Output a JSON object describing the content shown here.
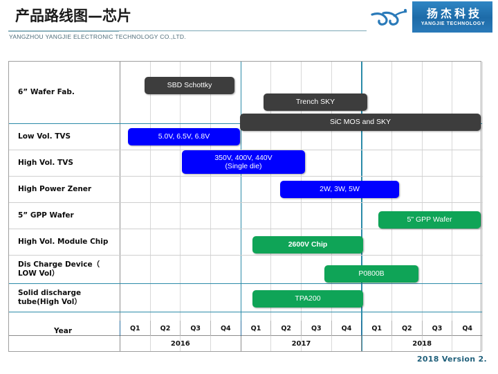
{
  "header": {
    "title_cn": "产品路线图—芯片",
    "subtitle": "YANGZHOU YANGJIE ELECTRONIC TECHNOLOGY  CO.,LTD.",
    "logo": {
      "mark": "yj-monogram",
      "name_cn": "扬杰科技",
      "name_en": "YANGJIE TECHNOLOGY",
      "banner_color": "#2a7ab9"
    }
  },
  "colors": {
    "dark_bar": "#3d3d3d",
    "blue_bar": "#0000ff",
    "green_bar": "#0fa457",
    "grid_major": "#2a8aa8",
    "grid_minor": "#d8d8d8",
    "accent_text": "#1f5f7a"
  },
  "chart_data": {
    "type": "bar",
    "title": "产品路线图—芯片",
    "subtitle": "YANGZHOU YANGJIE ELECTRONIC TECHNOLOGY  CO.,LTD.",
    "xlabel": "Year",
    "ylabel": "",
    "grid": true,
    "legend": "none",
    "x_axis": {
      "years": [
        "2016",
        "2017",
        "2018"
      ],
      "quarters": [
        "Q1",
        "Q2",
        "Q3",
        "Q4"
      ],
      "ticks": [
        "Q1",
        "Q2",
        "Q3",
        "Q4",
        "Q1",
        "Q2",
        "Q3",
        "Q4",
        "Q1",
        "Q2",
        "Q3",
        "Q4"
      ],
      "columns": 12
    },
    "categories": [
      "6” Wafer Fab.",
      "Low Vol. TVS",
      "High Vol. TVS",
      "High Power Zener",
      "5” GPP Wafer",
      "High Vol. Module Chip",
      "Dis Charge Device（LOW Vol）",
      "Solid discharge tube(High Vol）",
      "Year"
    ],
    "bars": [
      {
        "label": "SBD Schottky",
        "row": "6” Wafer Fab.",
        "color": "#3d3d3d",
        "start_q": 0.55,
        "end_q": 4.02,
        "lines": 1
      },
      {
        "label": "Trench SKY",
        "row": "6” Wafer Fab.",
        "color": "#3d3d3d",
        "start_q": 4.5,
        "end_q": 8.05,
        "lines": 1
      },
      {
        "label": "SiC MOS and SKY",
        "row": "6” Wafer Fab.",
        "color": "#3d3d3d",
        "start_q": 4.02,
        "end_q": 11.95,
        "lines": 1
      },
      {
        "label": "5.0V,  6.5V, 6.8V",
        "row": "Low Vol. TVS",
        "color": "#0000ff",
        "start_q": 0.45,
        "end_q": 4.05,
        "lines": 1
      },
      {
        "label": "350V, 400V, 440V\n(Single die)",
        "row": "High Vol. TVS",
        "color": "#0000ff",
        "start_q": 2.1,
        "end_q": 6.05,
        "lines": 2
      },
      {
        "label": "2W, 3W, 5W",
        "row": "High Power Zener",
        "color": "#0000ff",
        "start_q": 6.8,
        "end_q": 10.7,
        "lines": 1
      },
      {
        "label": "5\" GPP  Wafer",
        "row": "5” GPP Wafer",
        "color": "#0fa457",
        "start_q": 8.4,
        "end_q": 12.0,
        "lines": 1
      },
      {
        "label": "2600V Chip",
        "row": "High Vol. Module Chip",
        "color": "#0fa457",
        "start_q": 4.1,
        "end_q": 7.8,
        "lines": 1
      },
      {
        "label": "P0800B",
        "row": "Dis Charge Device（LOW Vol）",
        "color": "#0fa457",
        "start_q": 6.8,
        "end_q": 9.9,
        "lines": 1
      },
      {
        "label": "TPA200",
        "row": "Solid discharge tube(High Vol）",
        "color": "#0fa457",
        "start_q": 4.1,
        "end_q": 7.8,
        "lines": 1
      }
    ]
  },
  "rows": [
    {
      "label": "6” Wafer Fab."
    },
    {
      "label": "Low Vol. TVS"
    },
    {
      "label": "High Vol. TVS"
    },
    {
      "label": "High Power Zener"
    },
    {
      "label": "5” GPP Wafer"
    },
    {
      "label": "High Vol. Module Chip"
    },
    {
      "label": "Dis Charge Device（\nLOW Vol）"
    },
    {
      "label": "Solid discharge\ntube(High Vol）"
    },
    {
      "label": "Year"
    }
  ],
  "bars": [
    {
      "text": "SBD Schottky"
    },
    {
      "text": "Trench SKY"
    },
    {
      "text": "SiC MOS and SKY"
    },
    {
      "text": "5.0V,  6.5V, 6.8V"
    },
    {
      "text_line1": "350V, 400V, 440V",
      "text_line2": "(Single die)"
    },
    {
      "text": "2W, 3W, 5W"
    },
    {
      "text": "5\" GPP  Wafer"
    },
    {
      "text": "2600V Chip"
    },
    {
      "text": "P0800B"
    },
    {
      "text": "TPA200"
    }
  ],
  "timeline": {
    "quarters": [
      "Q1",
      "Q2",
      "Q3",
      "Q4",
      "Q1",
      "Q2",
      "Q3",
      "Q4",
      "Q1",
      "Q2",
      "Q3",
      "Q4"
    ],
    "years": [
      "2016",
      "2017",
      "2018"
    ]
  },
  "footer": {
    "version": "2018 Version 2."
  }
}
